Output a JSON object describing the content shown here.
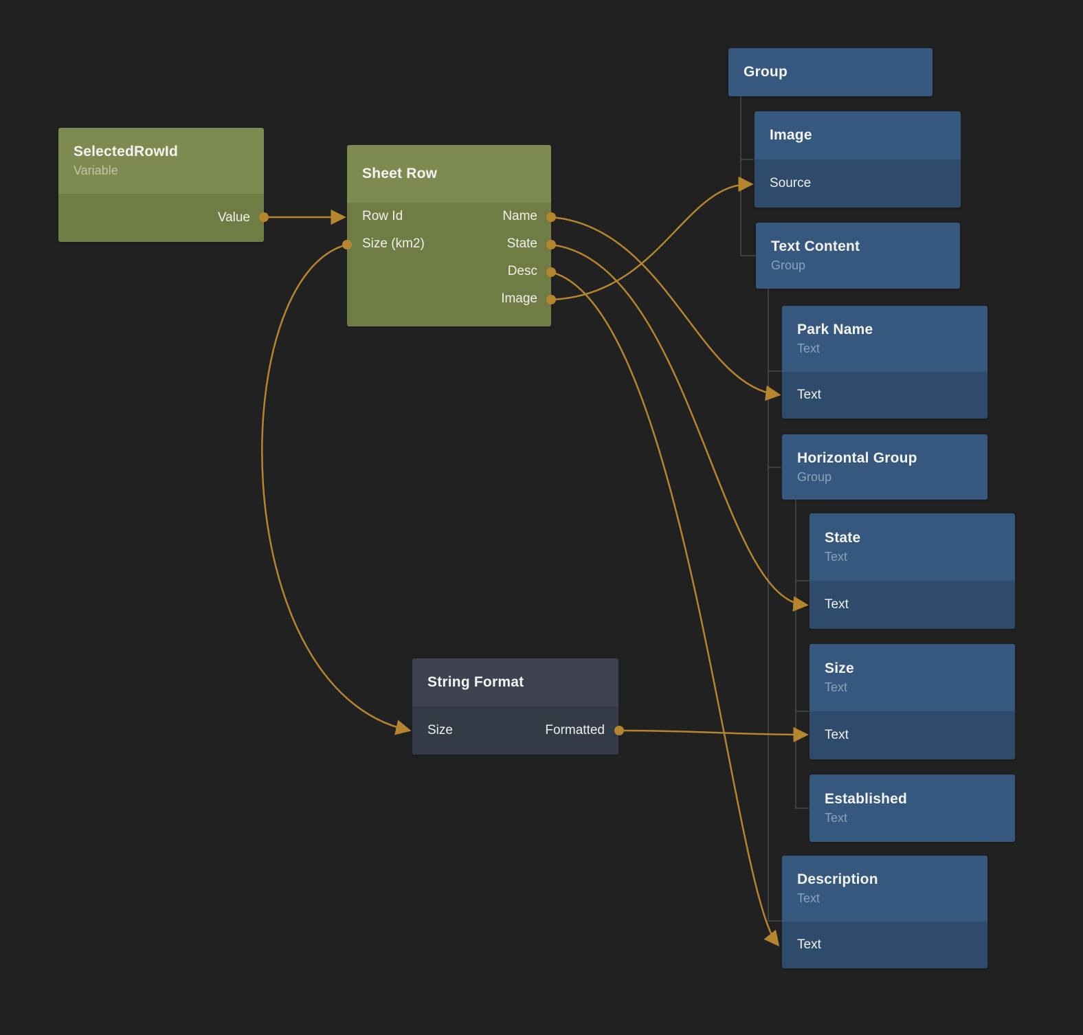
{
  "canvas": {
    "background": "#212121",
    "connection_color": "#b5862e",
    "hierarchy_line_color": "#4a4a4a",
    "colors": {
      "green_header": "#7d8b50",
      "green_body": "#6f7d45",
      "blue_header": "#36587e",
      "blue_body": "#2e4b6b",
      "gray_header": "#3e4250",
      "gray_body": "#353a47"
    }
  },
  "nodes": {
    "selected_row_id": {
      "title": "SelectedRowId",
      "subtitle": "Variable",
      "outputs": [
        "Value"
      ]
    },
    "sheet_row": {
      "title": "Sheet Row",
      "inputs": [
        "Row Id",
        "Size (km2)"
      ],
      "outputs": [
        "Name",
        "State",
        "Desc",
        "Image"
      ]
    },
    "string_format": {
      "title": "String Format",
      "inputs": [
        "Size"
      ],
      "outputs": [
        "Formatted"
      ]
    },
    "group": {
      "title": "Group"
    },
    "image": {
      "title": "Image",
      "inputs": [
        "Source"
      ]
    },
    "text_content": {
      "title": "Text Content",
      "subtitle": "Group"
    },
    "park_name": {
      "title": "Park Name",
      "subtitle": "Text",
      "inputs": [
        "Text"
      ]
    },
    "horizontal_group": {
      "title": "Horizontal Group",
      "subtitle": "Group"
    },
    "state": {
      "title": "State",
      "subtitle": "Text",
      "inputs": [
        "Text"
      ]
    },
    "size": {
      "title": "Size",
      "subtitle": "Text",
      "inputs": [
        "Text"
      ]
    },
    "established": {
      "title": "Established",
      "subtitle": "Text"
    },
    "description": {
      "title": "Description",
      "subtitle": "Text",
      "inputs": [
        "Text"
      ]
    }
  },
  "connections": [
    {
      "from": "SelectedRowId.Value",
      "to": "Sheet Row.Row Id"
    },
    {
      "from": "Sheet Row.Size (km2)",
      "to": "String Format.Size"
    },
    {
      "from": "Sheet Row.Name",
      "to": "Park Name.Text"
    },
    {
      "from": "Sheet Row.State",
      "to": "State.Text"
    },
    {
      "from": "Sheet Row.Desc",
      "to": "Description.Text"
    },
    {
      "from": "Sheet Row.Image",
      "to": "Image.Source"
    },
    {
      "from": "String Format.Formatted",
      "to": "Size.Text"
    }
  ]
}
